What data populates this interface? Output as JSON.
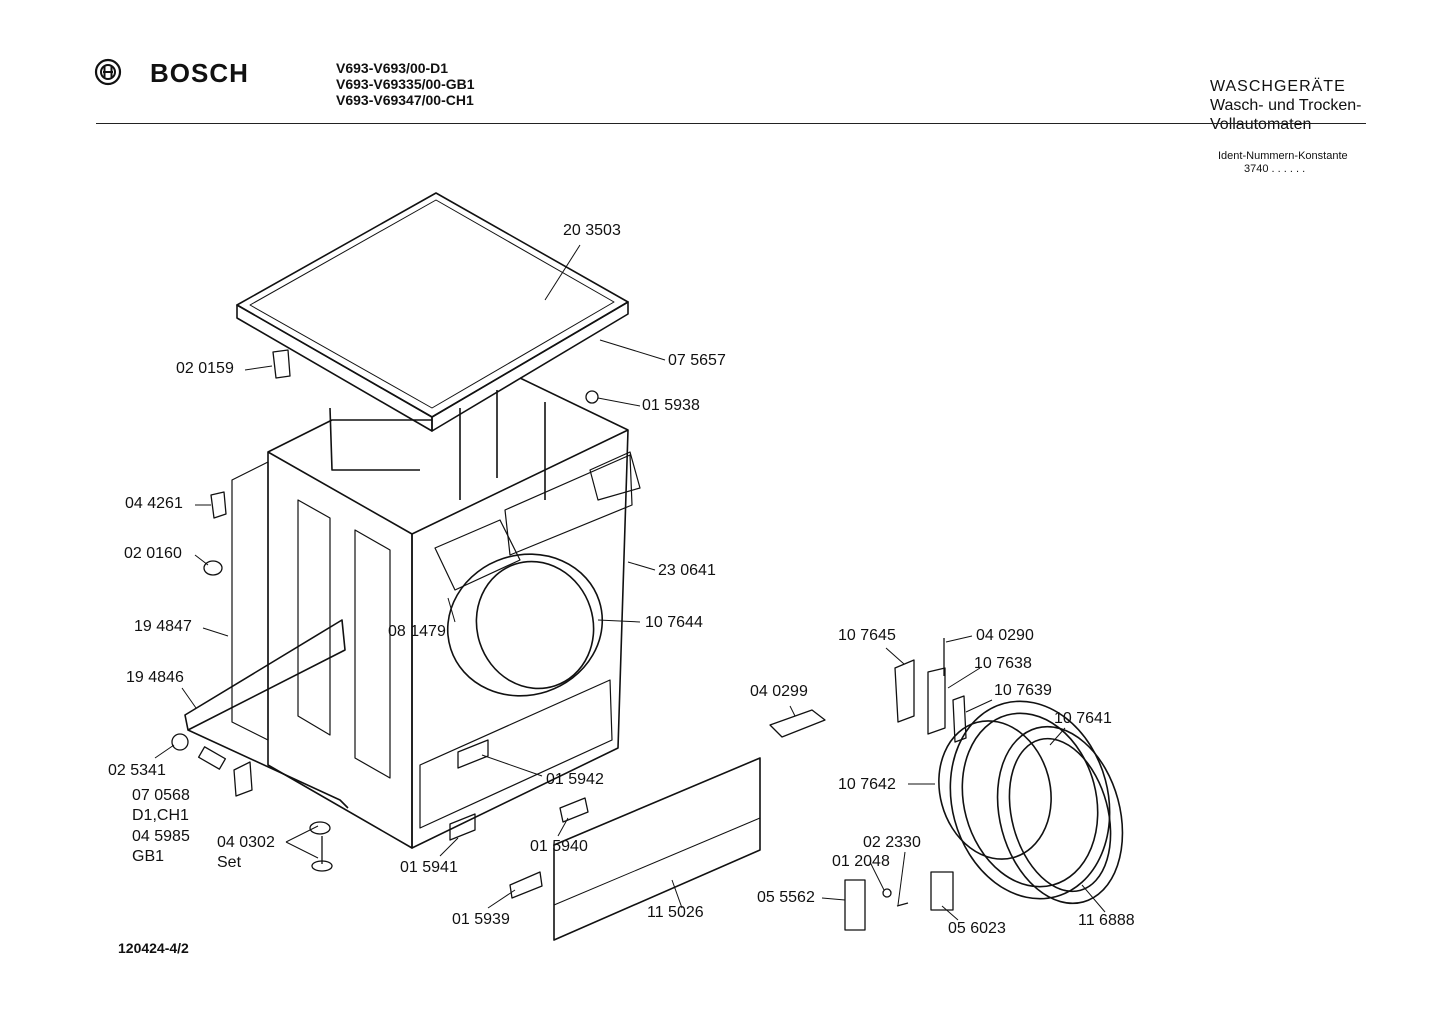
{
  "header": {
    "brand": "BOSCH",
    "models": [
      "V693-V693/00-D1",
      "V693-V69335/00-GB1",
      "V693-V69347/00-CH1"
    ],
    "category": "WASCHGERÄTE",
    "subcategory_line1": "Wasch- und Trocken-",
    "subcategory_line2": "Vollautomaten",
    "ident_label": "Ident-Nummern-Konstante",
    "ident_value": "3740  . .   . . . ."
  },
  "footer": {
    "drawing_number": "120424-4/2"
  },
  "parts": {
    "p203503": "20 3503",
    "p075657": "07 5657",
    "p020159": "02 0159",
    "p015938": "01 5938",
    "p044261": "04 4261",
    "p020160": "02 0160",
    "p230641": "23 0641",
    "p194847": "19 4847",
    "p081479": "08 1479",
    "p107644": "10 7644",
    "p194846": "19 4846",
    "p107645": "10 7645",
    "p040290": "04 0290",
    "p107638": "10 7638",
    "p040299": "04 0299",
    "p107639": "10 7639",
    "p107641": "10 7641",
    "p025341": "02 5341",
    "p015942": "01 5942",
    "p070568": "07 0568",
    "d1ch1": "D1,CH1",
    "p107642": "10 7642",
    "p045985": "04 5985",
    "p040302": "04 0302",
    "gb1": "GB1",
    "set": "Set",
    "p015940": "01 5940",
    "p022330": "02 2330",
    "p015941": "01 5941",
    "p012048": "01 2048",
    "p055562": "05 5562",
    "p115026": "11 5026",
    "p116888": "11 6888",
    "p056023": "05 6023",
    "p015939": "01 5939"
  }
}
